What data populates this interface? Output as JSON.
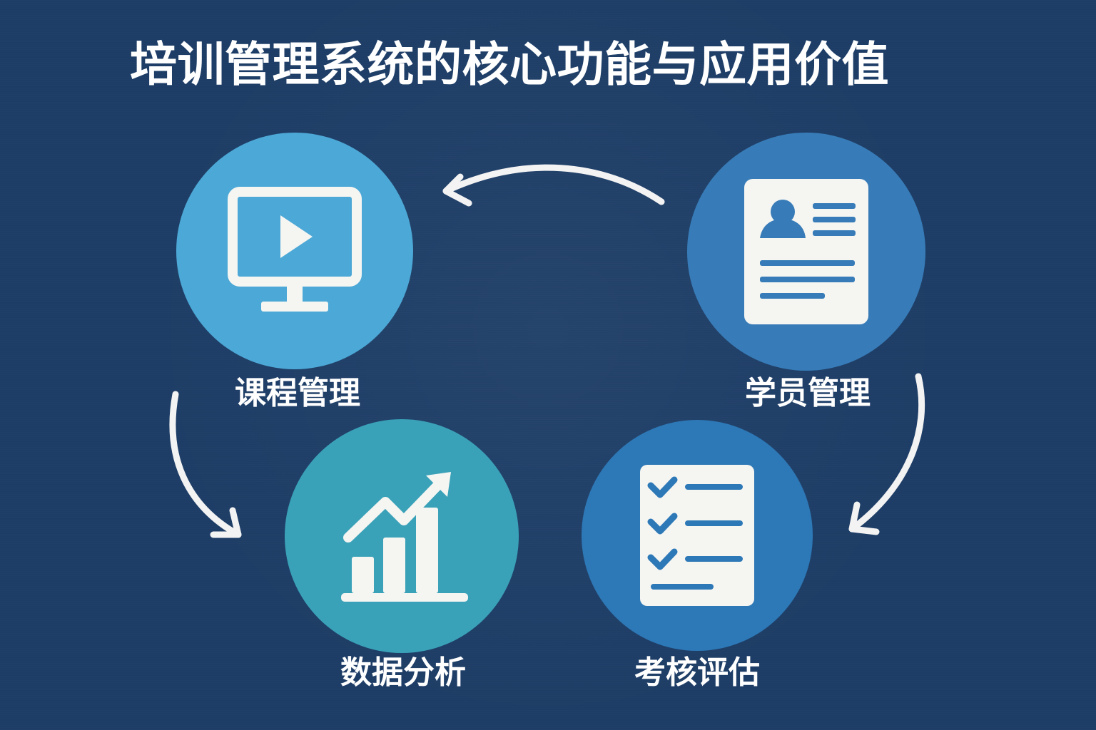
{
  "title": "培训管理系统的核心功能与应用价值",
  "colors": {
    "background": "#1d3d66",
    "course_circle": "#4ca8d6",
    "student_circle": "#377cb8",
    "analysis_circle": "#3aa2b8",
    "assessment_circle": "#2d78b6",
    "icon_fill": "#f5f5f2",
    "text": "#ffffff",
    "arrow": "#f3f3f3"
  },
  "nodes": {
    "course": {
      "label": "课程管理",
      "icon": "monitor-play-icon"
    },
    "student": {
      "label": "学员管理",
      "icon": "profile-card-icon"
    },
    "analysis": {
      "label": "数据分析",
      "icon": "growth-chart-icon"
    },
    "assessment": {
      "label": "考核评估",
      "icon": "checklist-icon"
    }
  }
}
